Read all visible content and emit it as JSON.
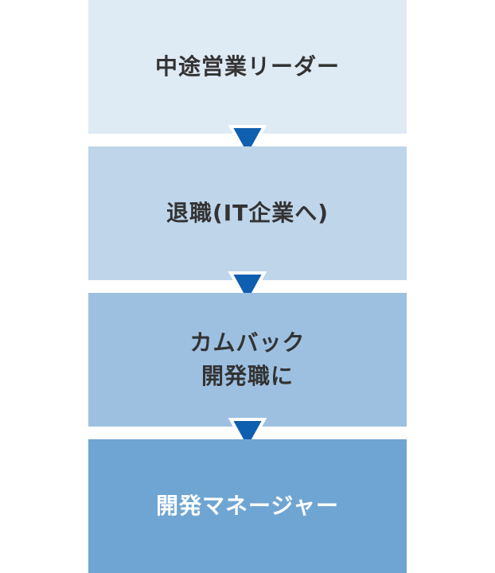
{
  "colors": {
    "step_fills": [
      "#deeaf4",
      "#bed5ea",
      "#9dc0e1",
      "#6fa5d2"
    ],
    "step_text_dark": "#333333",
    "step_text_light": "#ffffff",
    "arrow_fill": "#0f5fb0",
    "arrow_stroke": "#ffffff"
  },
  "flow": {
    "steps": [
      {
        "label": "中途営業リーダー"
      },
      {
        "label": "退職(IT企業へ)"
      },
      {
        "label": "カムバック\n開発職に"
      },
      {
        "label": "開発マネージャー"
      }
    ],
    "arrow_icon": "down-triangle-icon"
  }
}
